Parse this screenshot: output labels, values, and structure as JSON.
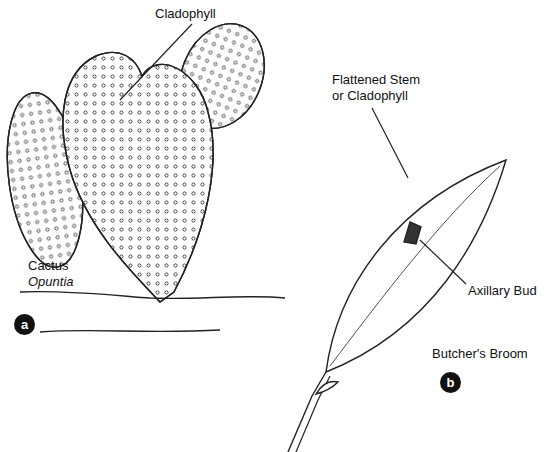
{
  "diagram": {
    "nodes": [
      {
        "text": [
          "a"
        ]
      },
      {
        "text": [
          "b"
        ]
      }
    ],
    "labels": [
      "Cladophyll",
      "Cactus",
      "Opuntia",
      "Flattened Stem or Cladophyll",
      "Axillary Bud",
      "Butcher's Broom"
    ]
  }
}
